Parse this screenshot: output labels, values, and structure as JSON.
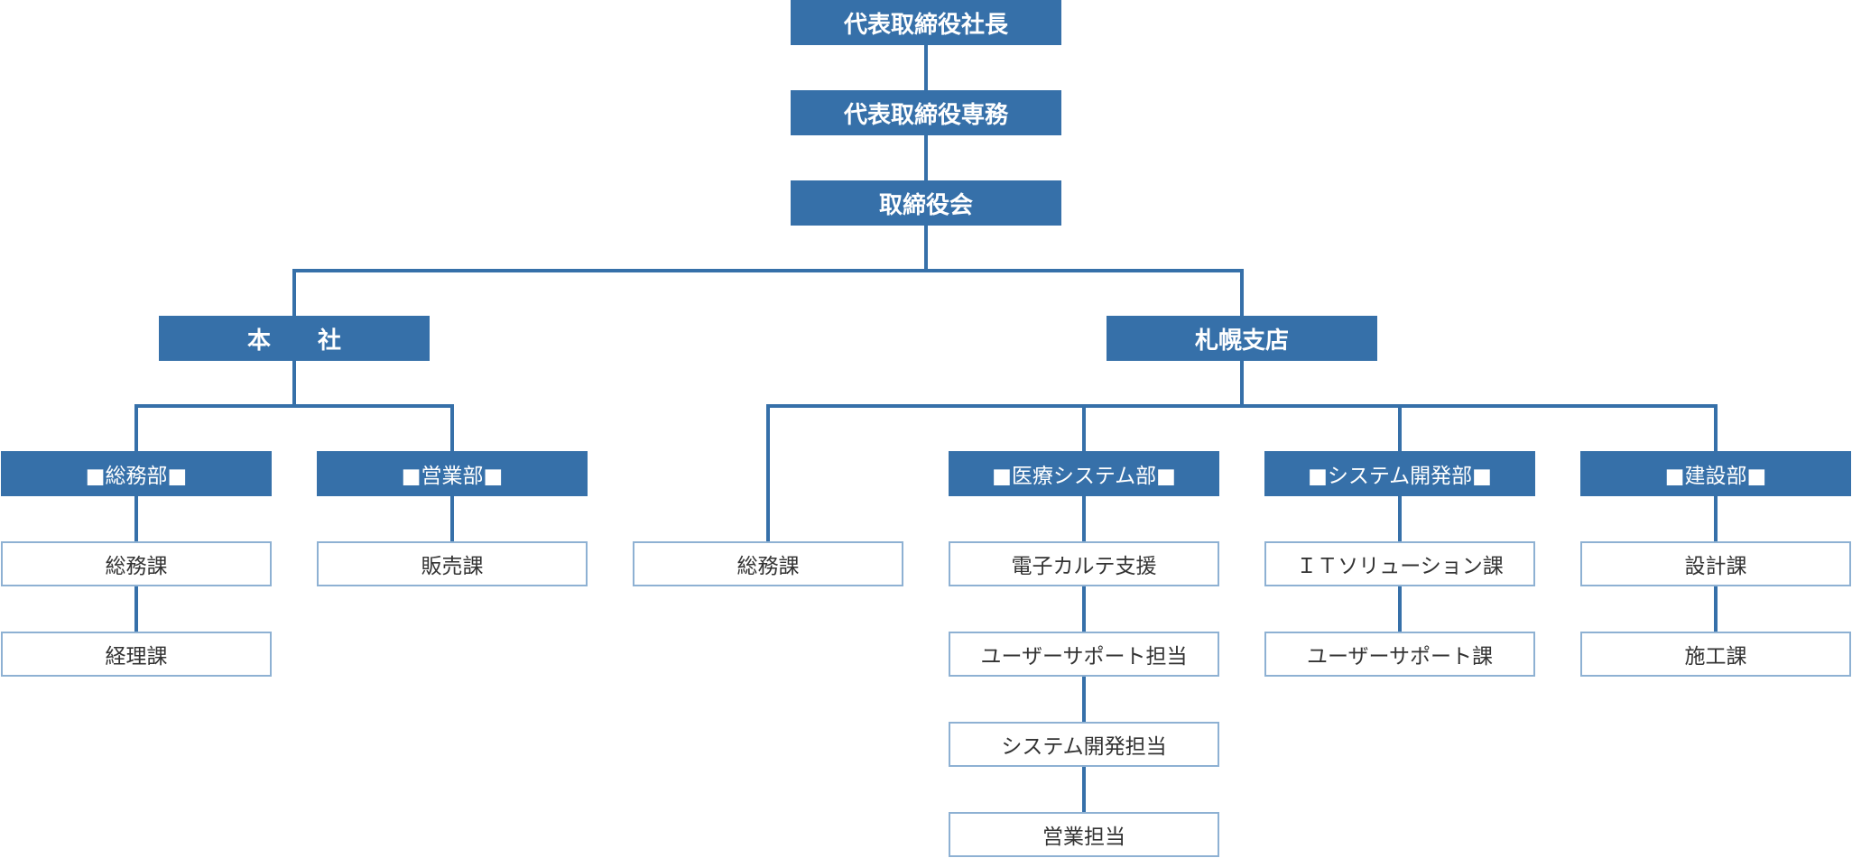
{
  "executives": {
    "president": "代表取締役社長",
    "managing_director": "代表取締役専務",
    "board": "取締役会"
  },
  "offices": {
    "headquarters": {
      "name": "本　　社",
      "departments": {
        "general_affairs": {
          "name": "■総務部■",
          "sections": [
            "総務課",
            "経理課"
          ]
        },
        "sales": {
          "name": "■営業部■",
          "sections": [
            "販売課"
          ]
        }
      }
    },
    "sapporo": {
      "name": "札幌支店",
      "general_affairs_section": "総務課",
      "departments": {
        "medical": {
          "name": "■医療システム部■",
          "sections": [
            "電子カルテ支援",
            "ユーザーサポート担当",
            "システム開発担当",
            "営業担当"
          ]
        },
        "system_dev": {
          "name": "■システム開発部■",
          "sections": [
            "ＩＴソリューション課",
            "ユーザーサポート課"
          ]
        },
        "construction": {
          "name": "■建設部■",
          "sections": [
            "設計課",
            "施工課"
          ]
        }
      }
    }
  },
  "colors": {
    "box_fill": "#3670a9",
    "connector": "#3670a9",
    "outline_border": "#8eb1d3"
  }
}
